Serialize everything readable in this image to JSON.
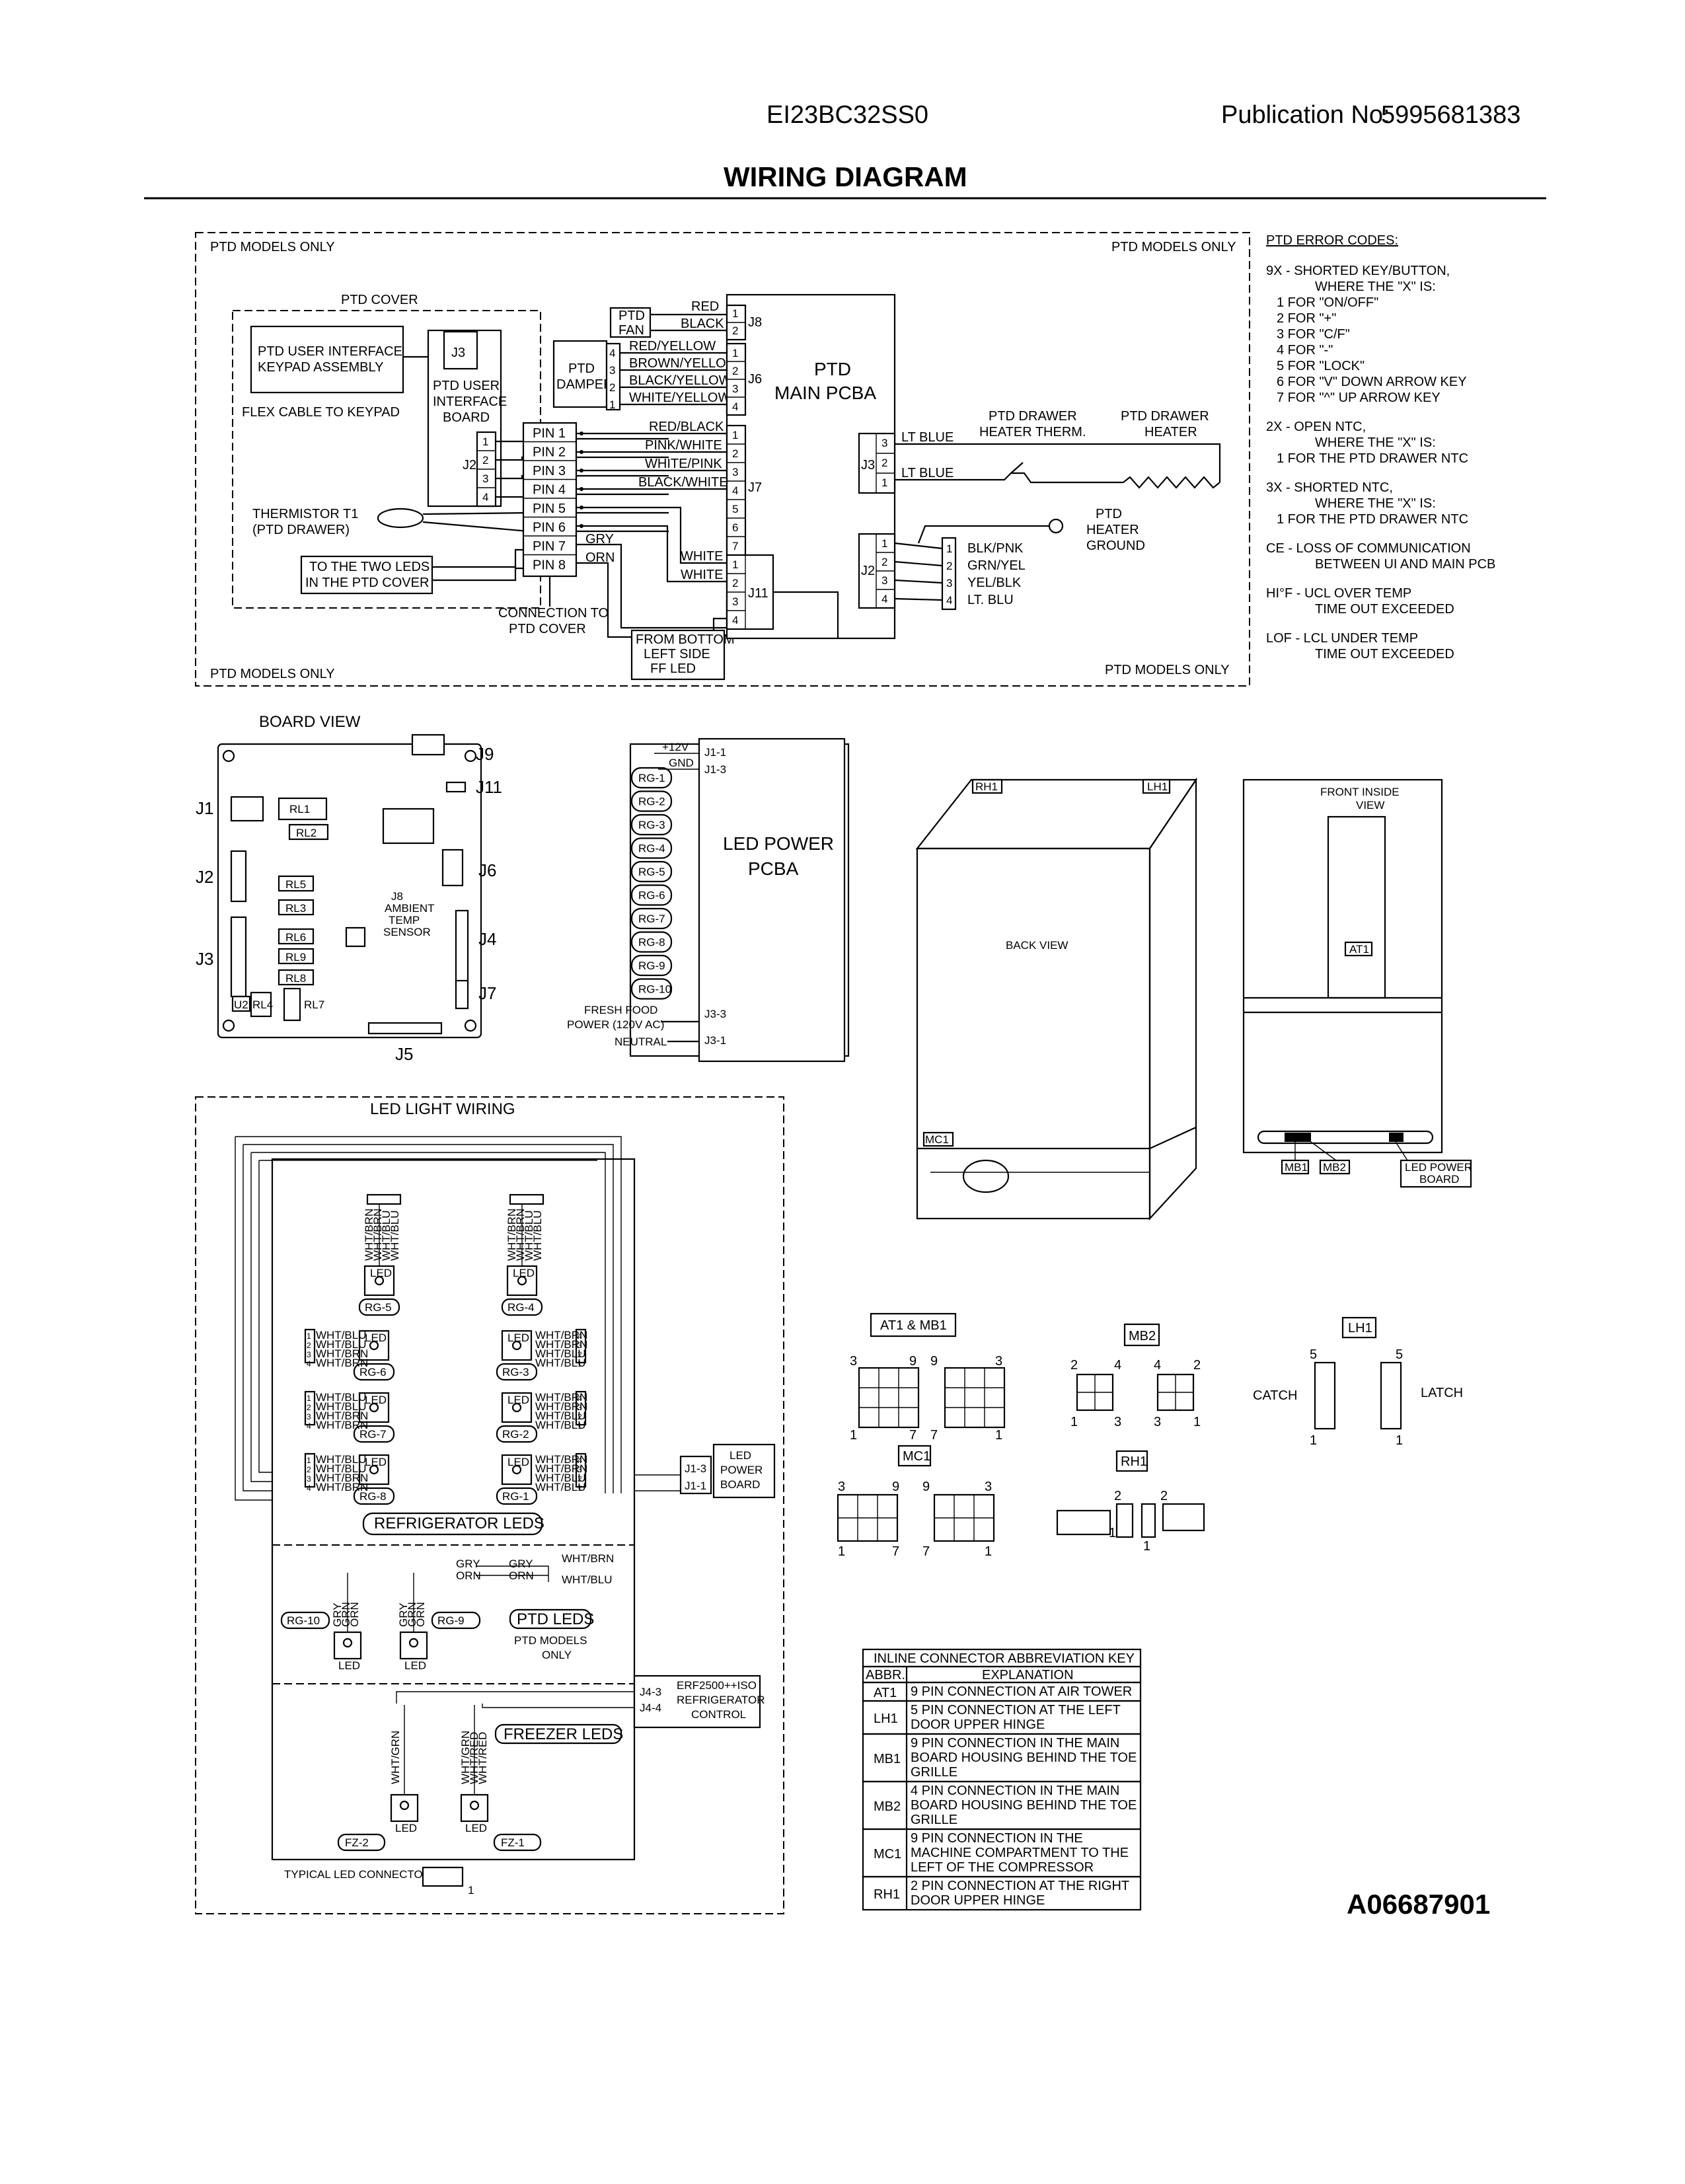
{
  "header": {
    "model": "EI23BC32SS0",
    "publication_label": "Publication No:",
    "publication_number": "5995681383",
    "title": "WIRING DIAGRAM"
  },
  "ptd_section": {
    "models_only": "PTD MODELS ONLY",
    "ptd_cover": "PTD COVER",
    "keypad_line1": "PTD USER INTERFACE",
    "keypad_line2": "KEYPAD ASSEMBLY",
    "flex_cable": "FLEX CABLE TO KEYPAD",
    "ui_board_line1": "PTD USER",
    "ui_board_line2": "INTERFACE",
    "ui_board_line3": "BOARD",
    "j3": "J3",
    "j2": "J2",
    "thermistor_line1": "THERMISTOR T1",
    "thermistor_line2": "(PTD DRAWER)",
    "two_leds_line1": "TO THE TWO LEDS",
    "two_leds_line2": "IN THE PTD COVER",
    "pins": [
      "PIN 1",
      "PIN 2",
      "PIN 3",
      "PIN 4",
      "PIN 5",
      "PIN 6",
      "PIN 7",
      "PIN 8"
    ],
    "pin6_wire": "GRY",
    "pin7_wire": "ORN",
    "connection_line1": "CONNECTION TO",
    "connection_line2": "PTD COVER",
    "ff_led_line1": "FROM BOTTOM",
    "ff_led_line2": "LEFT SIDE",
    "ff_led_line3": "FF LED",
    "fan_line1": "PTD",
    "fan_line2": "FAN",
    "fan_wire1": "RED",
    "fan_wire2": "BLACK",
    "j8": "J8",
    "damper_line1": "PTD",
    "damper_line2": "DAMPER",
    "damper_wires": [
      "RED/YELLOW",
      "BROWN/YELLOW",
      "BLACK/YELLOW",
      "WHITE/YELLOW"
    ],
    "damper_pins": [
      "4",
      "3",
      "2",
      "1"
    ],
    "j6": "J6",
    "j7_wires": [
      "RED/BLACK",
      "PINK/WHITE",
      "WHITE/PINK",
      "BLACK/WHITE"
    ],
    "j7": "J7",
    "j11_wires": [
      "WHITE",
      "WHITE"
    ],
    "j11": "J11",
    "main_pcba_line1": "PTD",
    "main_pcba_line2": "MAIN PCBA",
    "right_j3": "J3",
    "right_j2": "J2",
    "lt_blue": "LT BLUE",
    "drawer_therm_line1": "PTD DRAWER",
    "drawer_therm_line2": "HEATER THERM.",
    "drawer_heater_line1": "PTD DRAWER",
    "drawer_heater_line2": "HEATER",
    "heater_ground_line1": "PTD",
    "heater_ground_line2": "HEATER",
    "heater_ground_line3": "GROUND",
    "j2_wires": [
      "BLK/PNK",
      "GRN/YEL",
      "YEL/BLK",
      "LT. BLU"
    ]
  },
  "error_codes": {
    "title": "PTD ERROR CODES:",
    "lines": [
      "9X - SHORTED KEY/BUTTON,",
      "WHERE THE \"X\" IS:",
      "1 FOR \"ON/OFF\"",
      "2 FOR \"+\"",
      "3 FOR \"C/F\"",
      "4 FOR \"-\"",
      "5 FOR \"LOCK\"",
      "6 FOR \"V\" DOWN ARROW KEY",
      "7 FOR \"^\" UP ARROW KEY",
      "2X - OPEN NTC,",
      "WHERE THE \"X\" IS:",
      "1 FOR THE PTD DRAWER NTC",
      "3X - SHORTED NTC,",
      "WHERE THE \"X\" IS:",
      "1 FOR THE PTD DRAWER NTC",
      "CE - LOSS OF COMMUNICATION",
      "BETWEEN UI AND MAIN PCB",
      "HI°F - UCL OVER TEMP",
      "TIME OUT EXCEEDED",
      "LOF - LCL UNDER TEMP",
      "TIME OUT EXCEEDED"
    ]
  },
  "board_view": {
    "title": "BOARD VIEW",
    "connectors": [
      "J9",
      "J11",
      "J1",
      "J2",
      "J6",
      "J4",
      "J3",
      "J7",
      "J5"
    ],
    "relays": [
      "RL1",
      "RL2",
      "RL5",
      "RL3",
      "RL6",
      "RL9",
      "RL8",
      "RL4",
      "RL7",
      "U2"
    ],
    "j8_line1": "J8",
    "j8_line2": "AMBIENT",
    "j8_line3": "TEMP",
    "j8_line4": "SENSOR"
  },
  "led_power": {
    "plus12": "+12V",
    "gnd": "GND",
    "j1_1": "J1-1",
    "j1_3": "J1-3",
    "rg": [
      "RG-1",
      "RG-2",
      "RG-3",
      "RG-4",
      "RG-5",
      "RG-6",
      "RG-7",
      "RG-8",
      "RG-9",
      "RG-10"
    ],
    "pcba_line1": "LED POWER",
    "pcba_line2": "PCBA",
    "fresh_food_line1": "FRESH FOOD",
    "fresh_food_line2": "POWER (120V AC)",
    "neutral": "NEUTRAL",
    "j3_3": "J3-3",
    "j3_1": "J3-1"
  },
  "cabinet": {
    "rh1": "RH1",
    "lh1": "LH1",
    "back_view": "BACK VIEW",
    "mc1": "MC1",
    "front_inside_line1": "FRONT INSIDE",
    "front_inside_line2": "VIEW",
    "at1": "AT1",
    "mb1": "MB1",
    "mb2": "MB2",
    "led_power_board_line1": "LED POWER",
    "led_power_board_line2": "BOARD"
  },
  "led_wiring": {
    "title": "LED LIGHT WIRING",
    "refrigerator_leds": "REFRIGERATOR LEDS",
    "ptd_leds": "PTD LEDS",
    "ptd_models_line1": "PTD MODELS",
    "ptd_models_line2": "ONLY",
    "freezer_leds": "FREEZER LEDS",
    "led": "LED",
    "rg_labels": [
      "RG-5",
      "RG-4",
      "RG-6",
      "RG-3",
      "RG-7",
      "RG-2",
      "RG-8",
      "RG-1",
      "RG-10",
      "RG-9"
    ],
    "fz_labels": [
      "FZ-2",
      "FZ-1"
    ],
    "wire_left": [
      "WHT/BLU",
      "WHT/BLU",
      "WHT/BRN",
      "WHT/BRN"
    ],
    "wire_right": [
      "WHT/BRN",
      "WHT/BRN",
      "WHT/BLU",
      "WHT/BLU"
    ],
    "wire_top": [
      "WHT/BRN",
      "WHT/BRN",
      "WHT/BLU",
      "WHT/BLU"
    ],
    "j1_3": "J1-3",
    "j1_1": "J1-1",
    "led_power_board_line1": "LED",
    "led_power_board_line2": "POWER",
    "led_power_board_line3": "BOARD",
    "gry": "GRY",
    "orn": "ORN",
    "wht_brn": "WHT/BRN",
    "wht_blu": "WHT/BLU",
    "ptd_wires": [
      "GRY",
      "GRN",
      "ORN"
    ],
    "fz_wires_left": [
      "WHT/GRN"
    ],
    "fz_wires_right": [
      "WHT/GRN",
      "WHT/RED",
      "WHT/RED"
    ],
    "j4_3": "J4-3",
    "j4_4": "J4-4",
    "control_line1": "ERF2500++ISO",
    "control_line2": "REFRIGERATOR",
    "control_line3": "CONTROL",
    "typical_connector": "TYPICAL LED CONNECTOR"
  },
  "connectors": {
    "at1_mb1": "AT1 & MB1",
    "mb2": "MB2",
    "lh1": "LH1",
    "mc1": "MC1",
    "rh1": "RH1",
    "catch": "CATCH",
    "latch": "LATCH"
  },
  "abbr_table": {
    "title": "INLINE CONNECTOR ABBREVIATION KEY",
    "headers": [
      "ABBR.",
      "EXPLANATION"
    ],
    "rows": [
      {
        "abbr": "AT1",
        "lines": [
          "9 PIN CONNECTION AT AIR TOWER"
        ]
      },
      {
        "abbr": "LH1",
        "lines": [
          "5 PIN CONNECTION AT THE LEFT",
          "DOOR UPPER HINGE"
        ]
      },
      {
        "abbr": "MB1",
        "lines": [
          "9 PIN CONNECTION IN THE MAIN",
          "BOARD HOUSING BEHIND THE TOE",
          "GRILLE"
        ]
      },
      {
        "abbr": "MB2",
        "lines": [
          "4 PIN CONNECTION IN THE MAIN",
          "BOARD HOUSING BEHIND THE TOE",
          "GRILLE"
        ]
      },
      {
        "abbr": "MC1",
        "lines": [
          "9 PIN CONNECTION IN THE",
          "MACHINE COMPARTMENT TO THE",
          "LEFT OF THE COMPRESSOR"
        ]
      },
      {
        "abbr": "RH1",
        "lines": [
          "2 PIN CONNECTION AT THE RIGHT",
          "DOOR UPPER HINGE"
        ]
      }
    ]
  },
  "diagram_id": "A06687901"
}
